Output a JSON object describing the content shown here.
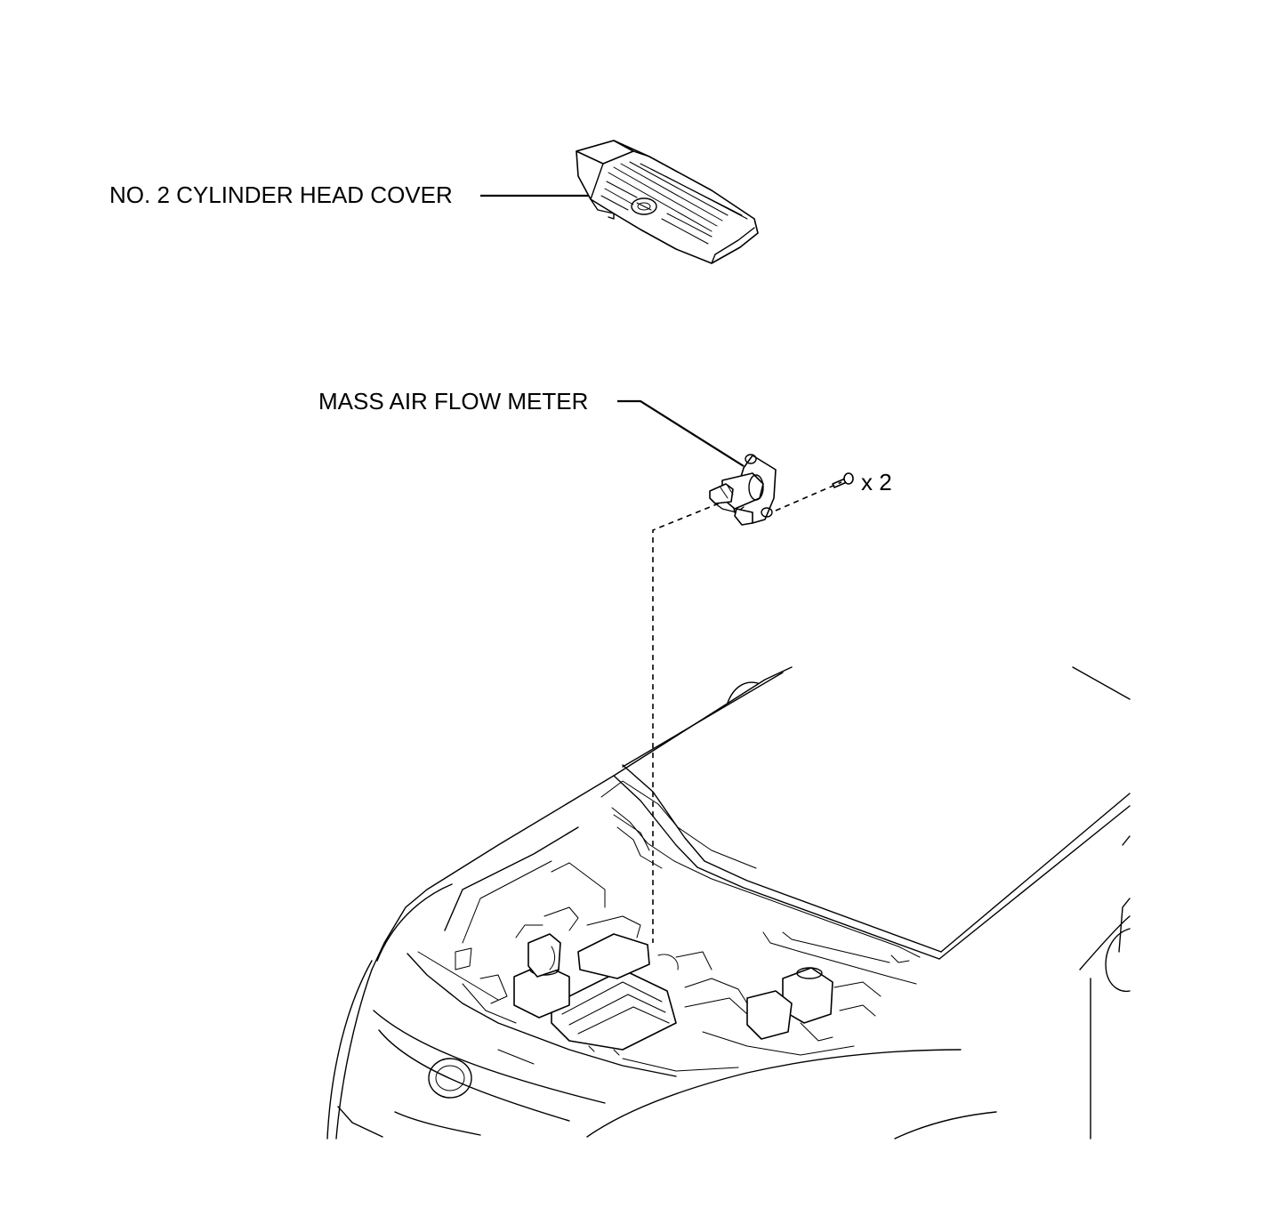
{
  "labels": {
    "cylinder_head_cover": "NO. 2 CYLINDER HEAD COVER",
    "mass_air_flow_meter": "MASS AIR FLOW METER",
    "bolt_quantity": "x 2"
  },
  "colors": {
    "line": "#000000",
    "background": "#ffffff"
  }
}
